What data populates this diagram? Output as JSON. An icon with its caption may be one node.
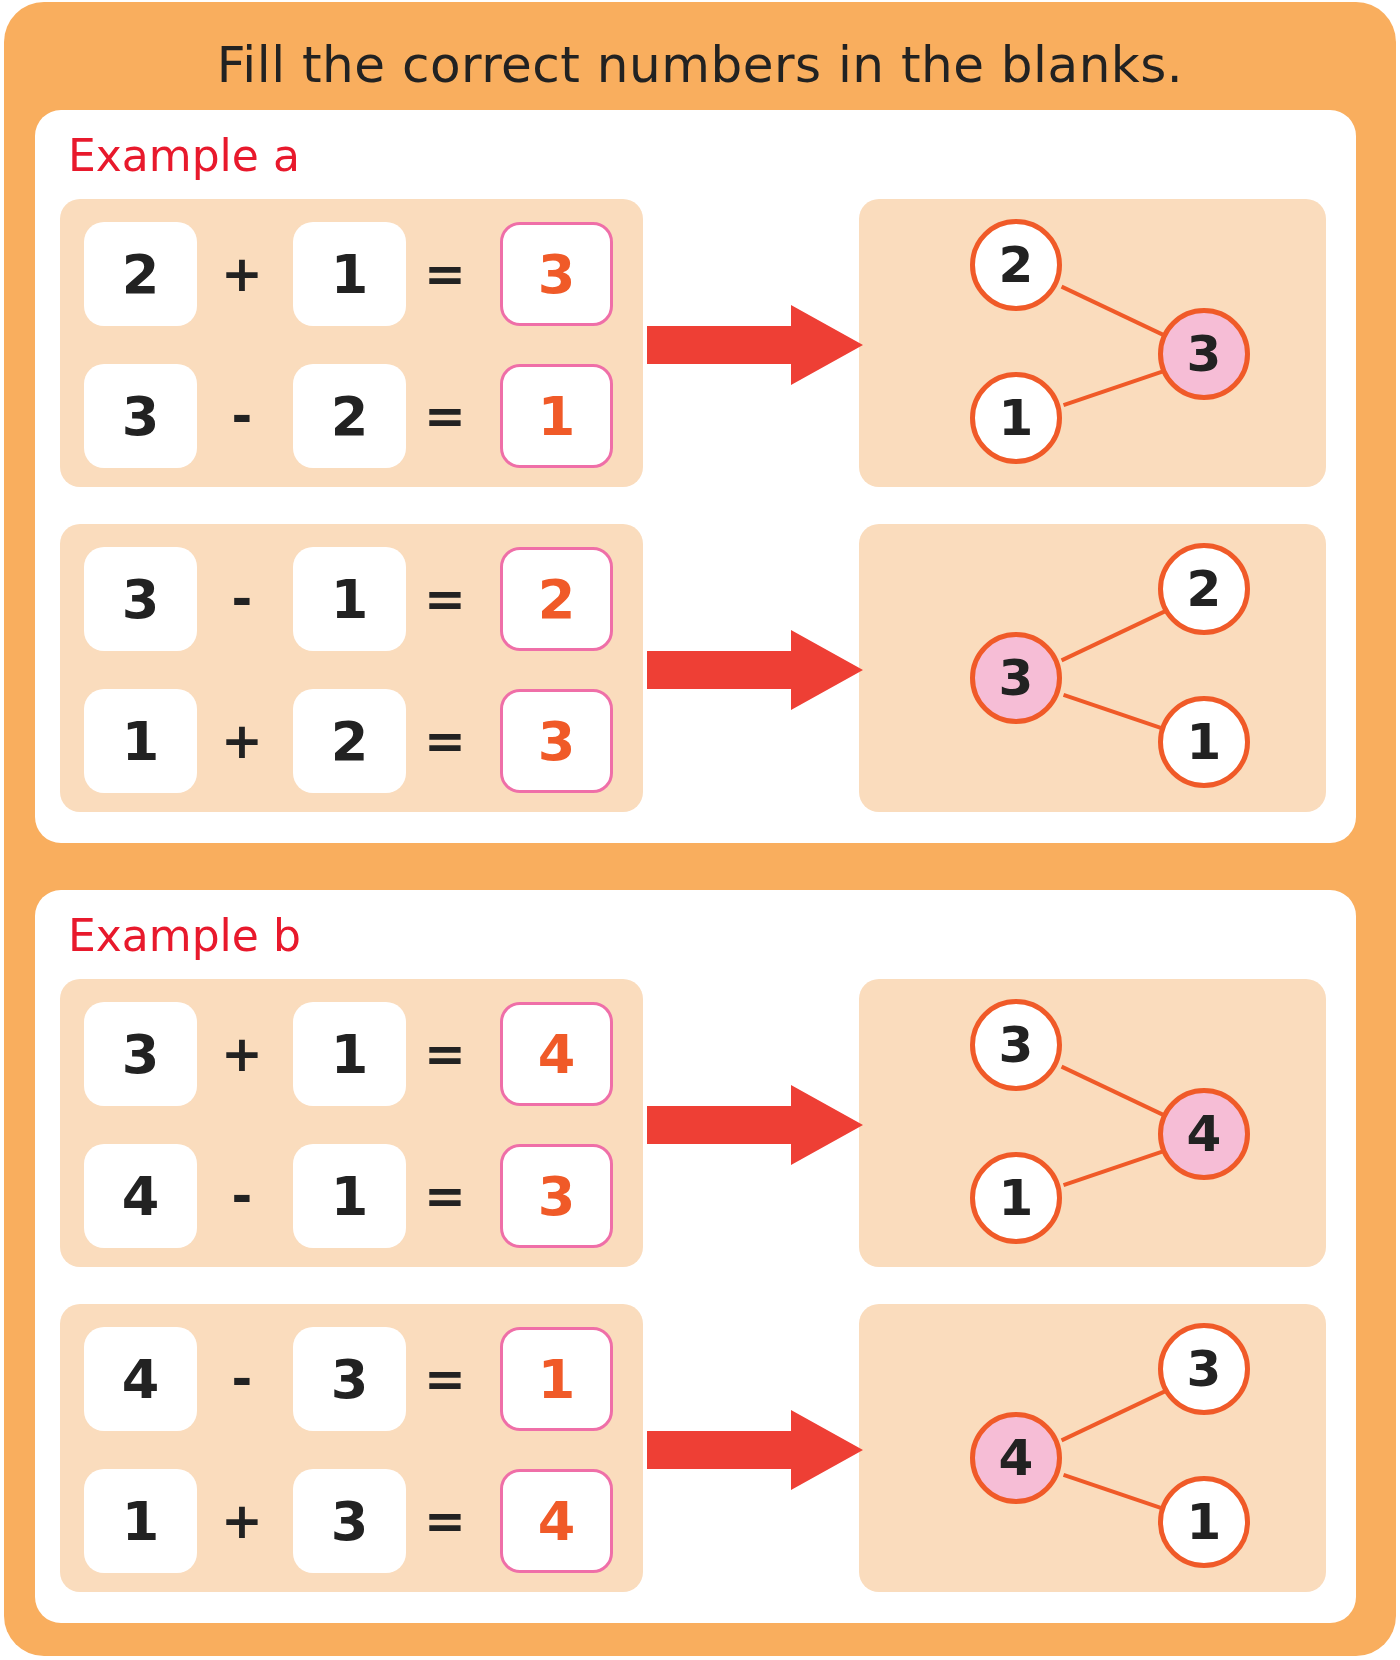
{
  "diagram": {
    "title": "Fill the correct numbers in the blanks.",
    "nodes": [
      {
        "text": [
          "Example a"
        ]
      },
      {
        "text": [],
        "shape": "box",
        "in": 0
      },
      {
        "text": [
          "2"
        ],
        "in": 1
      },
      {
        "text": [
          "1"
        ],
        "in": 1
      },
      {
        "text": [
          "3"
        ],
        "in": 1
      },
      {
        "text": [
          "3"
        ],
        "in": 1
      },
      {
        "text": [
          "2"
        ],
        "in": 1
      },
      {
        "text": [
          "1"
        ],
        "in": 1
      },
      {
        "text": [],
        "shape": "box",
        "in": 0
      },
      {
        "text": [
          "2"
        ],
        "in": 8
      },
      {
        "text": [
          "3"
        ],
        "in": 8
      },
      {
        "text": [
          "1"
        ],
        "in": 8
      },
      {
        "text": [],
        "shape": "box",
        "in": 0
      },
      {
        "text": [
          "3"
        ],
        "in": 12
      },
      {
        "text": [
          "1"
        ],
        "in": 12
      },
      {
        "text": [
          "2"
        ],
        "in": 12
      },
      {
        "text": [
          "1"
        ],
        "in": 12
      },
      {
        "text": [
          "2"
        ],
        "in": 12
      },
      {
        "text": [
          "3"
        ],
        "in": 12
      },
      {
        "text": [],
        "shape": "box",
        "in": 0
      },
      {
        "text": [
          "2"
        ],
        "in": 19
      },
      {
        "text": [
          "3"
        ],
        "in": 19
      },
      {
        "text": [
          "1"
        ],
        "in": 19
      },
      {
        "text": [
          "Example b"
        ]
      },
      {
        "text": [],
        "shape": "box",
        "in": 23
      },
      {
        "text": [
          "3"
        ],
        "in": 24
      },
      {
        "text": [
          "1"
        ],
        "in": 24
      },
      {
        "text": [
          "4"
        ],
        "in": 24
      },
      {
        "text": [
          "4"
        ],
        "in": 24
      },
      {
        "text": [
          "1"
        ],
        "in": 24
      },
      {
        "text": [
          "3"
        ],
        "in": 24
      },
      {
        "text": [],
        "shape": "box",
        "in": 23
      },
      {
        "text": [
          "3"
        ],
        "in": 31
      },
      {
        "text": [
          "4"
        ],
        "in": 31
      },
      {
        "text": [
          "1"
        ],
        "in": 31
      },
      {
        "text": [],
        "shape": "box",
        "in": 23
      },
      {
        "text": [
          "4"
        ],
        "in": 35
      },
      {
        "text": [
          "3"
        ],
        "in": 35
      },
      {
        "text": [
          "1"
        ],
        "in": 35
      },
      {
        "text": [
          "1"
        ],
        "in": 35
      },
      {
        "text": [
          "3"
        ],
        "in": 35
      },
      {
        "text": [
          "4"
        ],
        "in": 35
      },
      {
        "text": [],
        "shape": "box",
        "in": 23
      },
      {
        "text": [
          "3"
        ],
        "in": 42
      },
      {
        "text": [
          "4"
        ],
        "in": 42
      },
      {
        "text": [
          "1"
        ],
        "in": 42
      }
    ],
    "edges": [
      {
        "from": 1,
        "to": 8,
        "arrow": "to",
        "style": "thick",
        "color": "#ee3f35"
      },
      {
        "from": 9,
        "to": 10,
        "arrow": "none"
      },
      {
        "from": 11,
        "to": 10,
        "arrow": "none"
      },
      {
        "from": 12,
        "to": 19,
        "arrow": "to",
        "style": "thick",
        "color": "#ee3f35"
      },
      {
        "from": 21,
        "to": 20,
        "arrow": "none"
      },
      {
        "from": 21,
        "to": 22,
        "arrow": "none"
      },
      {
        "from": 24,
        "to": 31,
        "arrow": "to",
        "style": "thick",
        "color": "#ee3f35"
      },
      {
        "from": 32,
        "to": 33,
        "arrow": "none"
      },
      {
        "from": 34,
        "to": 33,
        "arrow": "none"
      },
      {
        "from": 35,
        "to": 42,
        "arrow": "to",
        "style": "thick",
        "color": "#ee3f35"
      },
      {
        "from": 44,
        "to": 43,
        "arrow": "none"
      },
      {
        "from": 44,
        "to": 45,
        "arrow": "none"
      }
    ],
    "labels": [
      "+",
      "=",
      "-",
      "=",
      "-",
      "=",
      "+",
      "=",
      "+",
      "=",
      "-",
      "=",
      "-",
      "=",
      "+",
      "="
    ]
  }
}
